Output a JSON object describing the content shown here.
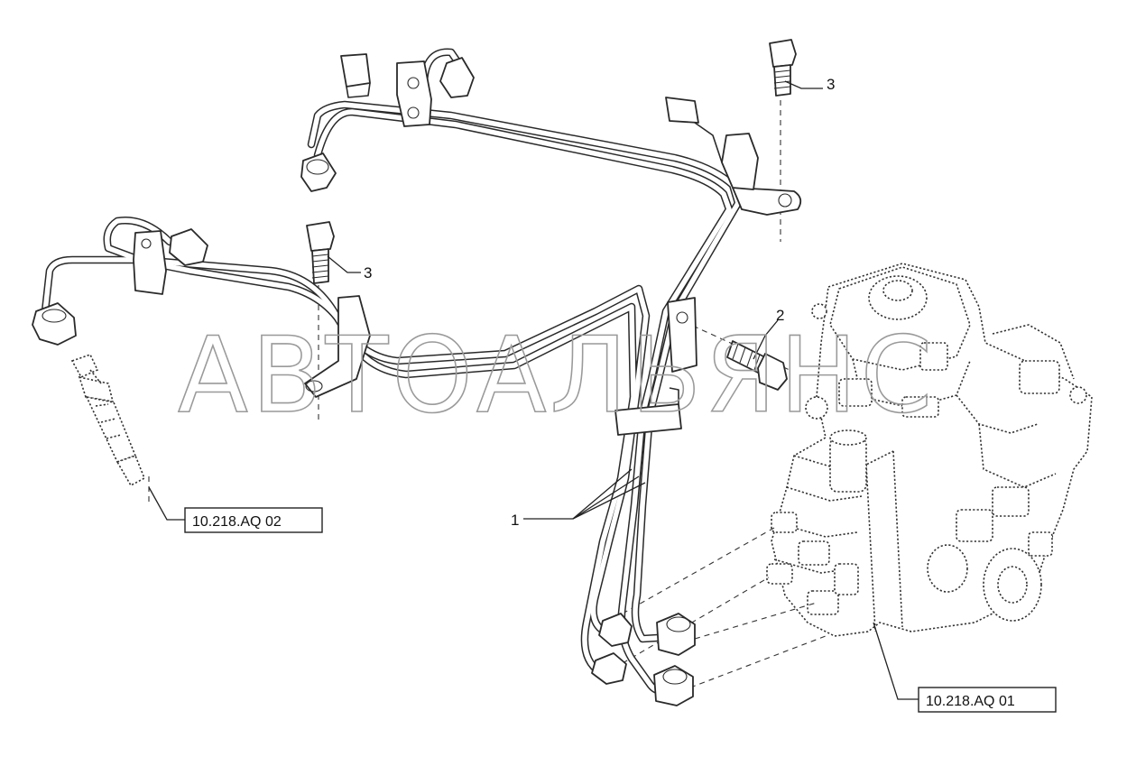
{
  "callouts": {
    "part_1": "1",
    "part_2": "2",
    "part_3_upper": "3",
    "part_3_lower": "3"
  },
  "references": {
    "injector": "10.218.AQ 02",
    "pump": "10.218.AQ 01"
  },
  "watermark": "АВТОАЛЬЯНС"
}
